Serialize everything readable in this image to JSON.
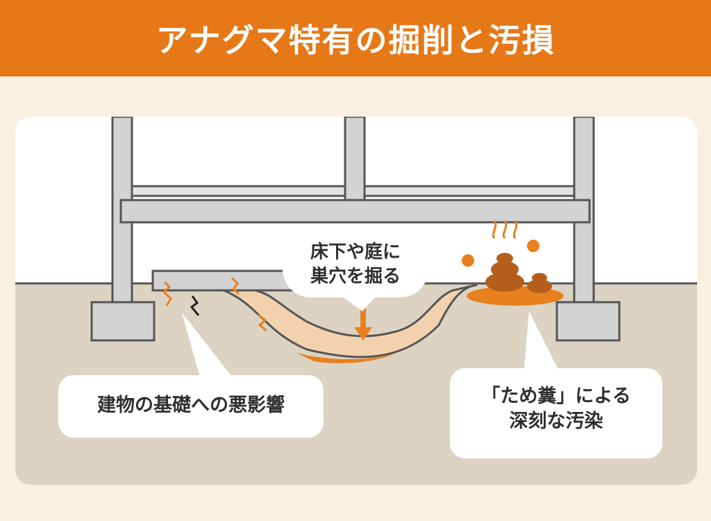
{
  "title": "アナグマ特有の掘削と汚損",
  "labels": {
    "digging_line1": "床下や庭に",
    "digging_line2": "巣穴を掘る",
    "foundation": "建物の基礎への悪影響",
    "contamination_line1": "「ため糞」による",
    "contamination_line2": "深刻な汚染"
  },
  "colors": {
    "header": "#e67817",
    "page_background": "#f8f0e1",
    "ground": "#ddd3c3",
    "tunnel": "#f2d2ae",
    "accent_orange": "#e8801e",
    "dung": "#b45e1b",
    "structure": "#d3d3d3",
    "outline": "#555555"
  }
}
